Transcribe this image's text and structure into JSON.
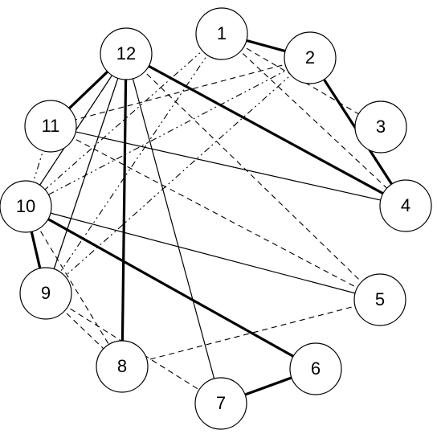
{
  "diagram": {
    "nodes": [
      {
        "id": "1",
        "label": "1"
      },
      {
        "id": "2",
        "label": "2"
      },
      {
        "id": "3",
        "label": "3"
      },
      {
        "id": "4",
        "label": "4"
      },
      {
        "id": "5",
        "label": "5"
      },
      {
        "id": "6",
        "label": "6"
      },
      {
        "id": "7",
        "label": "7"
      },
      {
        "id": "8",
        "label": "8"
      },
      {
        "id": "9",
        "label": "9"
      },
      {
        "id": "10",
        "label": "10"
      },
      {
        "id": "11",
        "label": "11"
      },
      {
        "id": "12",
        "label": "12"
      }
    ],
    "edges": [
      {
        "from": "1",
        "to": "2",
        "style": "thick"
      },
      {
        "from": "2",
        "to": "4",
        "style": "thick"
      },
      {
        "from": "12",
        "to": "4",
        "style": "thick"
      },
      {
        "from": "12",
        "to": "11",
        "style": "thick"
      },
      {
        "from": "12",
        "to": "8",
        "style": "thick"
      },
      {
        "from": "10",
        "to": "6",
        "style": "thick"
      },
      {
        "from": "10",
        "to": "9",
        "style": "thick"
      },
      {
        "from": "6",
        "to": "7",
        "style": "thick"
      },
      {
        "from": "12",
        "to": "7",
        "style": "thin"
      },
      {
        "from": "11",
        "to": "4",
        "style": "thin"
      },
      {
        "from": "10",
        "to": "5",
        "style": "thin"
      },
      {
        "from": "12",
        "to": "10",
        "style": "thin"
      },
      {
        "from": "12",
        "to": "9",
        "style": "thin"
      },
      {
        "from": "1",
        "to": "4",
        "style": "dashed"
      },
      {
        "from": "1",
        "to": "3",
        "style": "dashed"
      },
      {
        "from": "2",
        "to": "11",
        "style": "dashed"
      },
      {
        "from": "12",
        "to": "5",
        "style": "dashed"
      },
      {
        "from": "11",
        "to": "5",
        "style": "dashed"
      },
      {
        "from": "8",
        "to": "5",
        "style": "dashed"
      },
      {
        "from": "9",
        "to": "8",
        "style": "dashed"
      },
      {
        "from": "9",
        "to": "7",
        "style": "dashed"
      },
      {
        "from": "10",
        "to": "8",
        "style": "dashed"
      },
      {
        "from": "12",
        "to": "9",
        "style": "dashed"
      },
      {
        "from": "1",
        "to": "10",
        "style": "dashdot"
      },
      {
        "from": "2",
        "to": "10",
        "style": "dashdot"
      },
      {
        "from": "1",
        "to": "9",
        "style": "dashdot"
      },
      {
        "from": "2",
        "to": "9",
        "style": "dashdot"
      },
      {
        "from": "12",
        "to": "4",
        "style": "dashdot"
      },
      {
        "from": "11",
        "to": "10",
        "style": "dashdot"
      },
      {
        "from": "12",
        "to": "10",
        "style": "dashdot"
      }
    ]
  }
}
